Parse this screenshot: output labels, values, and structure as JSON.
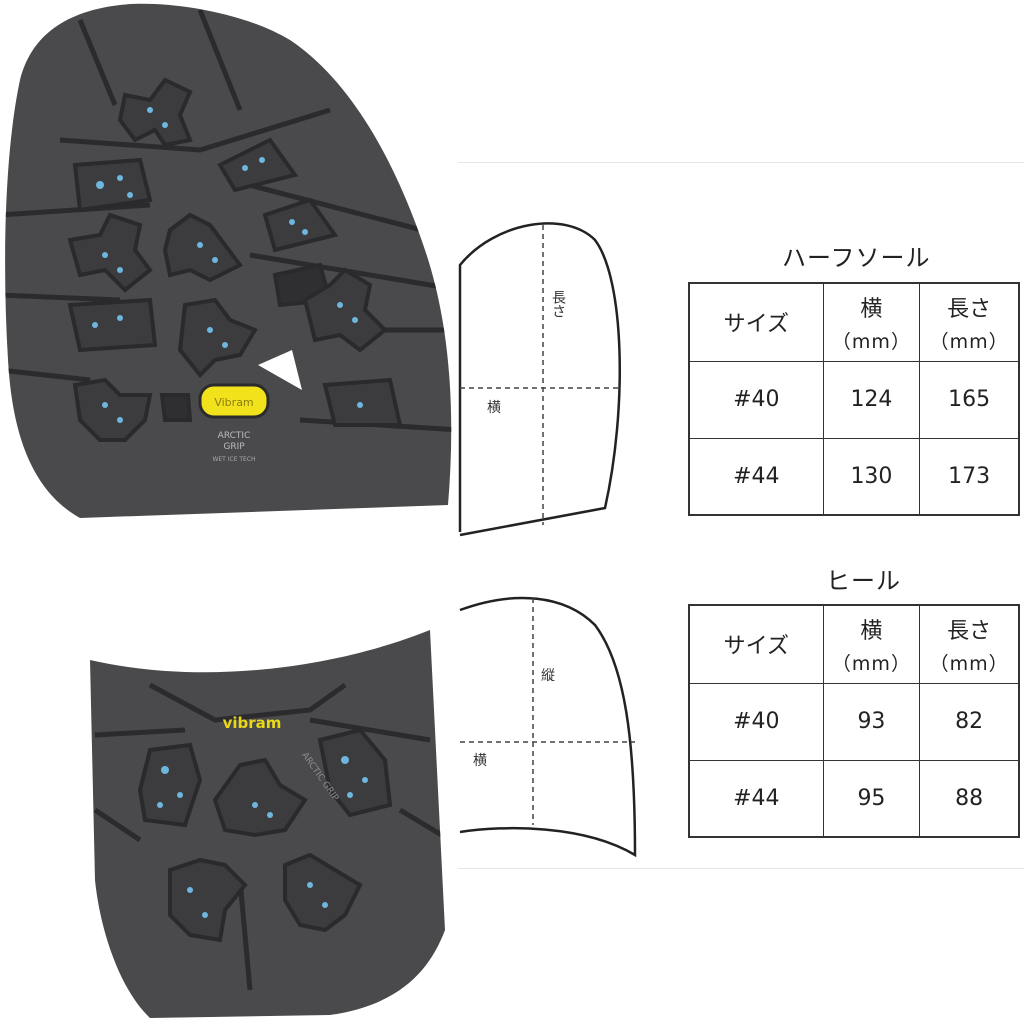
{
  "half_sole_photo": {
    "logo": "Vibram",
    "mark_line1": "ARCTIC",
    "mark_line2": "GRIP",
    "mark_line3": "WET ICE TECH"
  },
  "heel_photo": {
    "logo": "vibram",
    "mark": "ARCTIC GRIP"
  },
  "half_sole_diagram": {
    "length_label": "長さ",
    "width_label": "横"
  },
  "heel_diagram": {
    "length_label": "縦",
    "width_label": "横"
  },
  "half_sole": {
    "title": "ハーフソール",
    "headers": {
      "size": "サイズ",
      "width": "横",
      "width_unit": "（mm）",
      "length": "長さ",
      "length_unit": "（mm）"
    },
    "rows": [
      {
        "size": "#40",
        "width": "124",
        "length": "165"
      },
      {
        "size": "#44",
        "width": "130",
        "length": "173"
      }
    ]
  },
  "heel": {
    "title": "ヒール",
    "headers": {
      "size": "サイズ",
      "width": "横",
      "width_unit": "（mm）",
      "length": "長さ",
      "length_unit": "（mm）"
    },
    "rows": [
      {
        "size": "#40",
        "width": "93",
        "length": "82"
      },
      {
        "size": "#44",
        "width": "95",
        "length": "88"
      }
    ]
  },
  "colors": {
    "rubber": "#4a4a4c",
    "rubber_dark": "#2b2b2d",
    "lug": "#3c3c3e",
    "speckle": "#6fb6de",
    "logo_yellow": "#f2e21c"
  }
}
